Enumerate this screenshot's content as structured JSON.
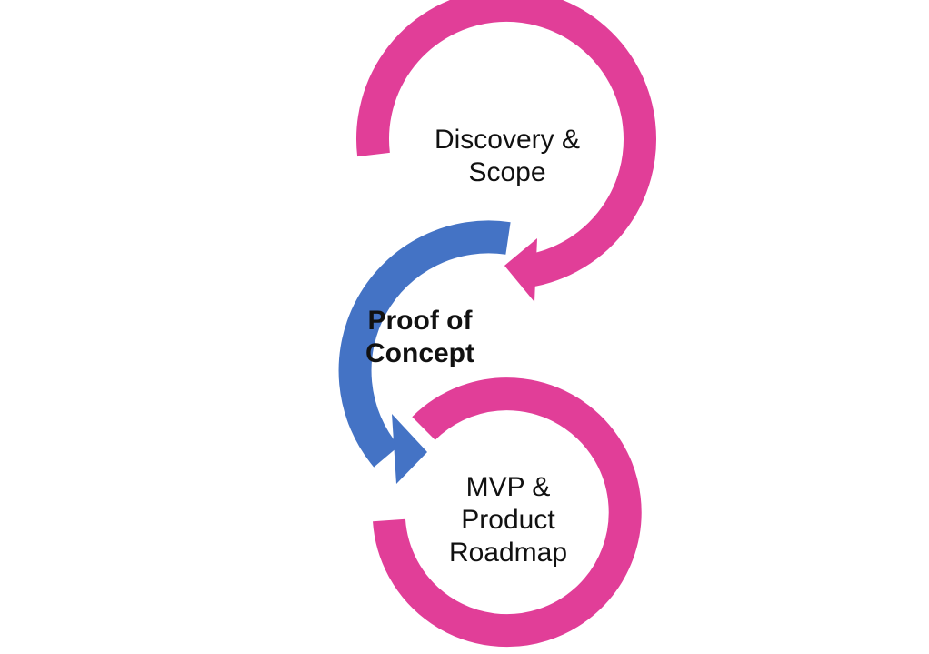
{
  "diagram": {
    "steps": [
      {
        "id": "discovery",
        "lines": [
          "Discovery &",
          "Scope"
        ],
        "color": "#e13e98",
        "emphasis": false
      },
      {
        "id": "poc",
        "lines": [
          "Proof of",
          "Concept"
        ],
        "color": "#4473c5",
        "emphasis": true
      },
      {
        "id": "mvp",
        "lines": [
          "MVP &",
          "Product",
          "Roadmap"
        ],
        "color": "#e13e98",
        "emphasis": false
      }
    ]
  }
}
